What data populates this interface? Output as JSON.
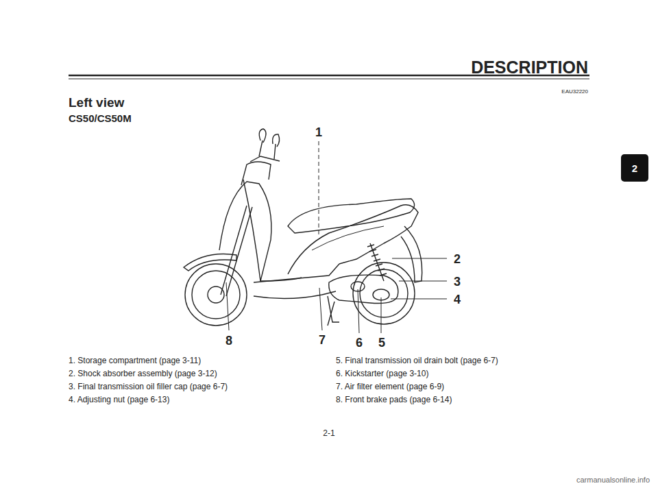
{
  "diagram": {
    "title": "Left view",
    "labels": [
      "DESCRIPTION",
      "EAU32220",
      "CS50/CS50M",
      "2",
      "1",
      "2",
      "3",
      "4",
      "8",
      "7",
      "6",
      "5",
      "1. Storage compartment (page 3-11)",
      "2. Shock absorber assembly (page 3-12)",
      "3. Final transmission oil filler cap (page 6-7)",
      "4. Adjusting nut (page 6-13)",
      "5. Final transmission oil drain bolt (page 6-7)",
      "6. Kickstarter (page 3-10)",
      "7. Air filter element (page 6-9)",
      "8. Front brake pads (page 6-14)",
      "2-1",
      "carmanualsonline.info"
    ]
  }
}
